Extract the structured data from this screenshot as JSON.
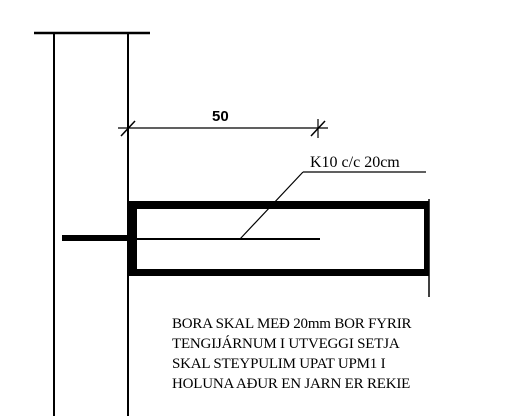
{
  "dimension": {
    "value": "50"
  },
  "rebar_label": "K10 c/c 20cm",
  "note_lines": [
    "BORA SKAL MEÐ 20mm BOR FYRIR",
    "TENGIJÁRNUM I UTVEGGI  SETJA",
    "SKAL STEYPULIM UPAT UPM1 I",
    "HOLUNA AÐUR EN JARN ER REKIE"
  ],
  "colors": {
    "line": "#000000",
    "background": "#ffffff"
  }
}
